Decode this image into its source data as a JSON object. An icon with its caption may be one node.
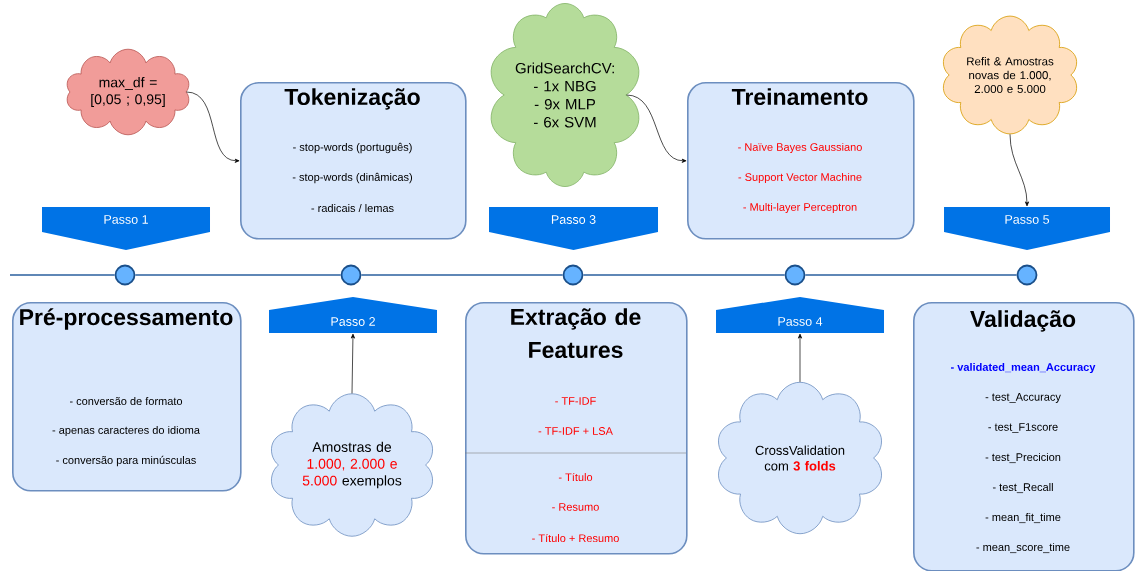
{
  "diagram": {
    "nodes": [
      {
        "text": [
          "max_df = [0,05 ; 0,95]"
        ]
      },
      {
        "text": [
          "Tokenização",
          "- stop-words (português)",
          "- stop-words (dinâmicas)",
          "- radicais / lemas"
        ]
      },
      {
        "text": [
          "GridSearchCV:",
          "- 1x NBG",
          "- 9x MLP",
          "- 6x SVM"
        ]
      },
      {
        "text": [
          "Treinamento",
          "- Naïve Bayes Gaussiano",
          "- Support Vector Machine",
          "- Multi-layer Perceptron"
        ]
      },
      {
        "text": [
          "Refit & Amostras novas de 1.000, 2.000 e 5.000"
        ]
      },
      {
        "text": [
          "Passo 1"
        ]
      },
      {
        "text": [
          "Passo 3"
        ]
      },
      {
        "text": [
          "Passo 5"
        ]
      },
      {
        "text": [],
        "shape": "circle"
      },
      {
        "text": [],
        "shape": "circle"
      },
      {
        "text": [],
        "shape": "circle"
      },
      {
        "text": [],
        "shape": "circle"
      },
      {
        "text": [],
        "shape": "circle"
      },
      {
        "text": [
          "Pré-processamento",
          "- conversão de formato",
          "- apenas caracteres do idioma",
          "- conversão para minúsculas"
        ]
      },
      {
        "text": [
          "Passo 2"
        ]
      },
      {
        "text": [
          "Extração de Features",
          "- TF-IDF",
          "- TF-IDF + LSA",
          "- Título",
          "- Resumo",
          "- Título + Resumo"
        ]
      },
      {
        "text": [
          "Passo 4"
        ]
      },
      {
        "text": [
          "Validação",
          "- validated_mean_Accuracy",
          "- test_Accuracy",
          "- test_F1score",
          "- test_Precicion",
          "- test_Recall",
          "- mean_fit_time",
          "- mean_score_time"
        ]
      },
      {
        "text": [
          "Amostras de",
          "1.000, 2.000 e 5.000",
          "exemplos"
        ]
      },
      {
        "text": [
          "CrossValidation com",
          "3 folds"
        ]
      }
    ],
    "edges": [
      {
        "from": 0,
        "to": 1,
        "arrow": "to"
      },
      {
        "from": 2,
        "to": 3,
        "arrow": "to"
      },
      {
        "from": 4,
        "to": 7,
        "arrow": "to"
      },
      {
        "from": 18,
        "to": 14,
        "arrow": "to"
      },
      {
        "from": 19,
        "to": 16,
        "arrow": "to"
      },
      {
        "from": null,
        "to": 8,
        "arrow": "none",
        "color": "#2a5f9e"
      },
      {
        "from": 8,
        "to": 9,
        "arrow": "none",
        "color": "#2a5f9e"
      },
      {
        "from": 9,
        "to": 10,
        "arrow": "none",
        "color": "#2a5f9e"
      },
      {
        "from": 10,
        "to": 11,
        "arrow": "none",
        "color": "#2a5f9e"
      },
      {
        "from": 11,
        "to": 12,
        "arrow": "none",
        "color": "#2a5f9e"
      }
    ]
  }
}
